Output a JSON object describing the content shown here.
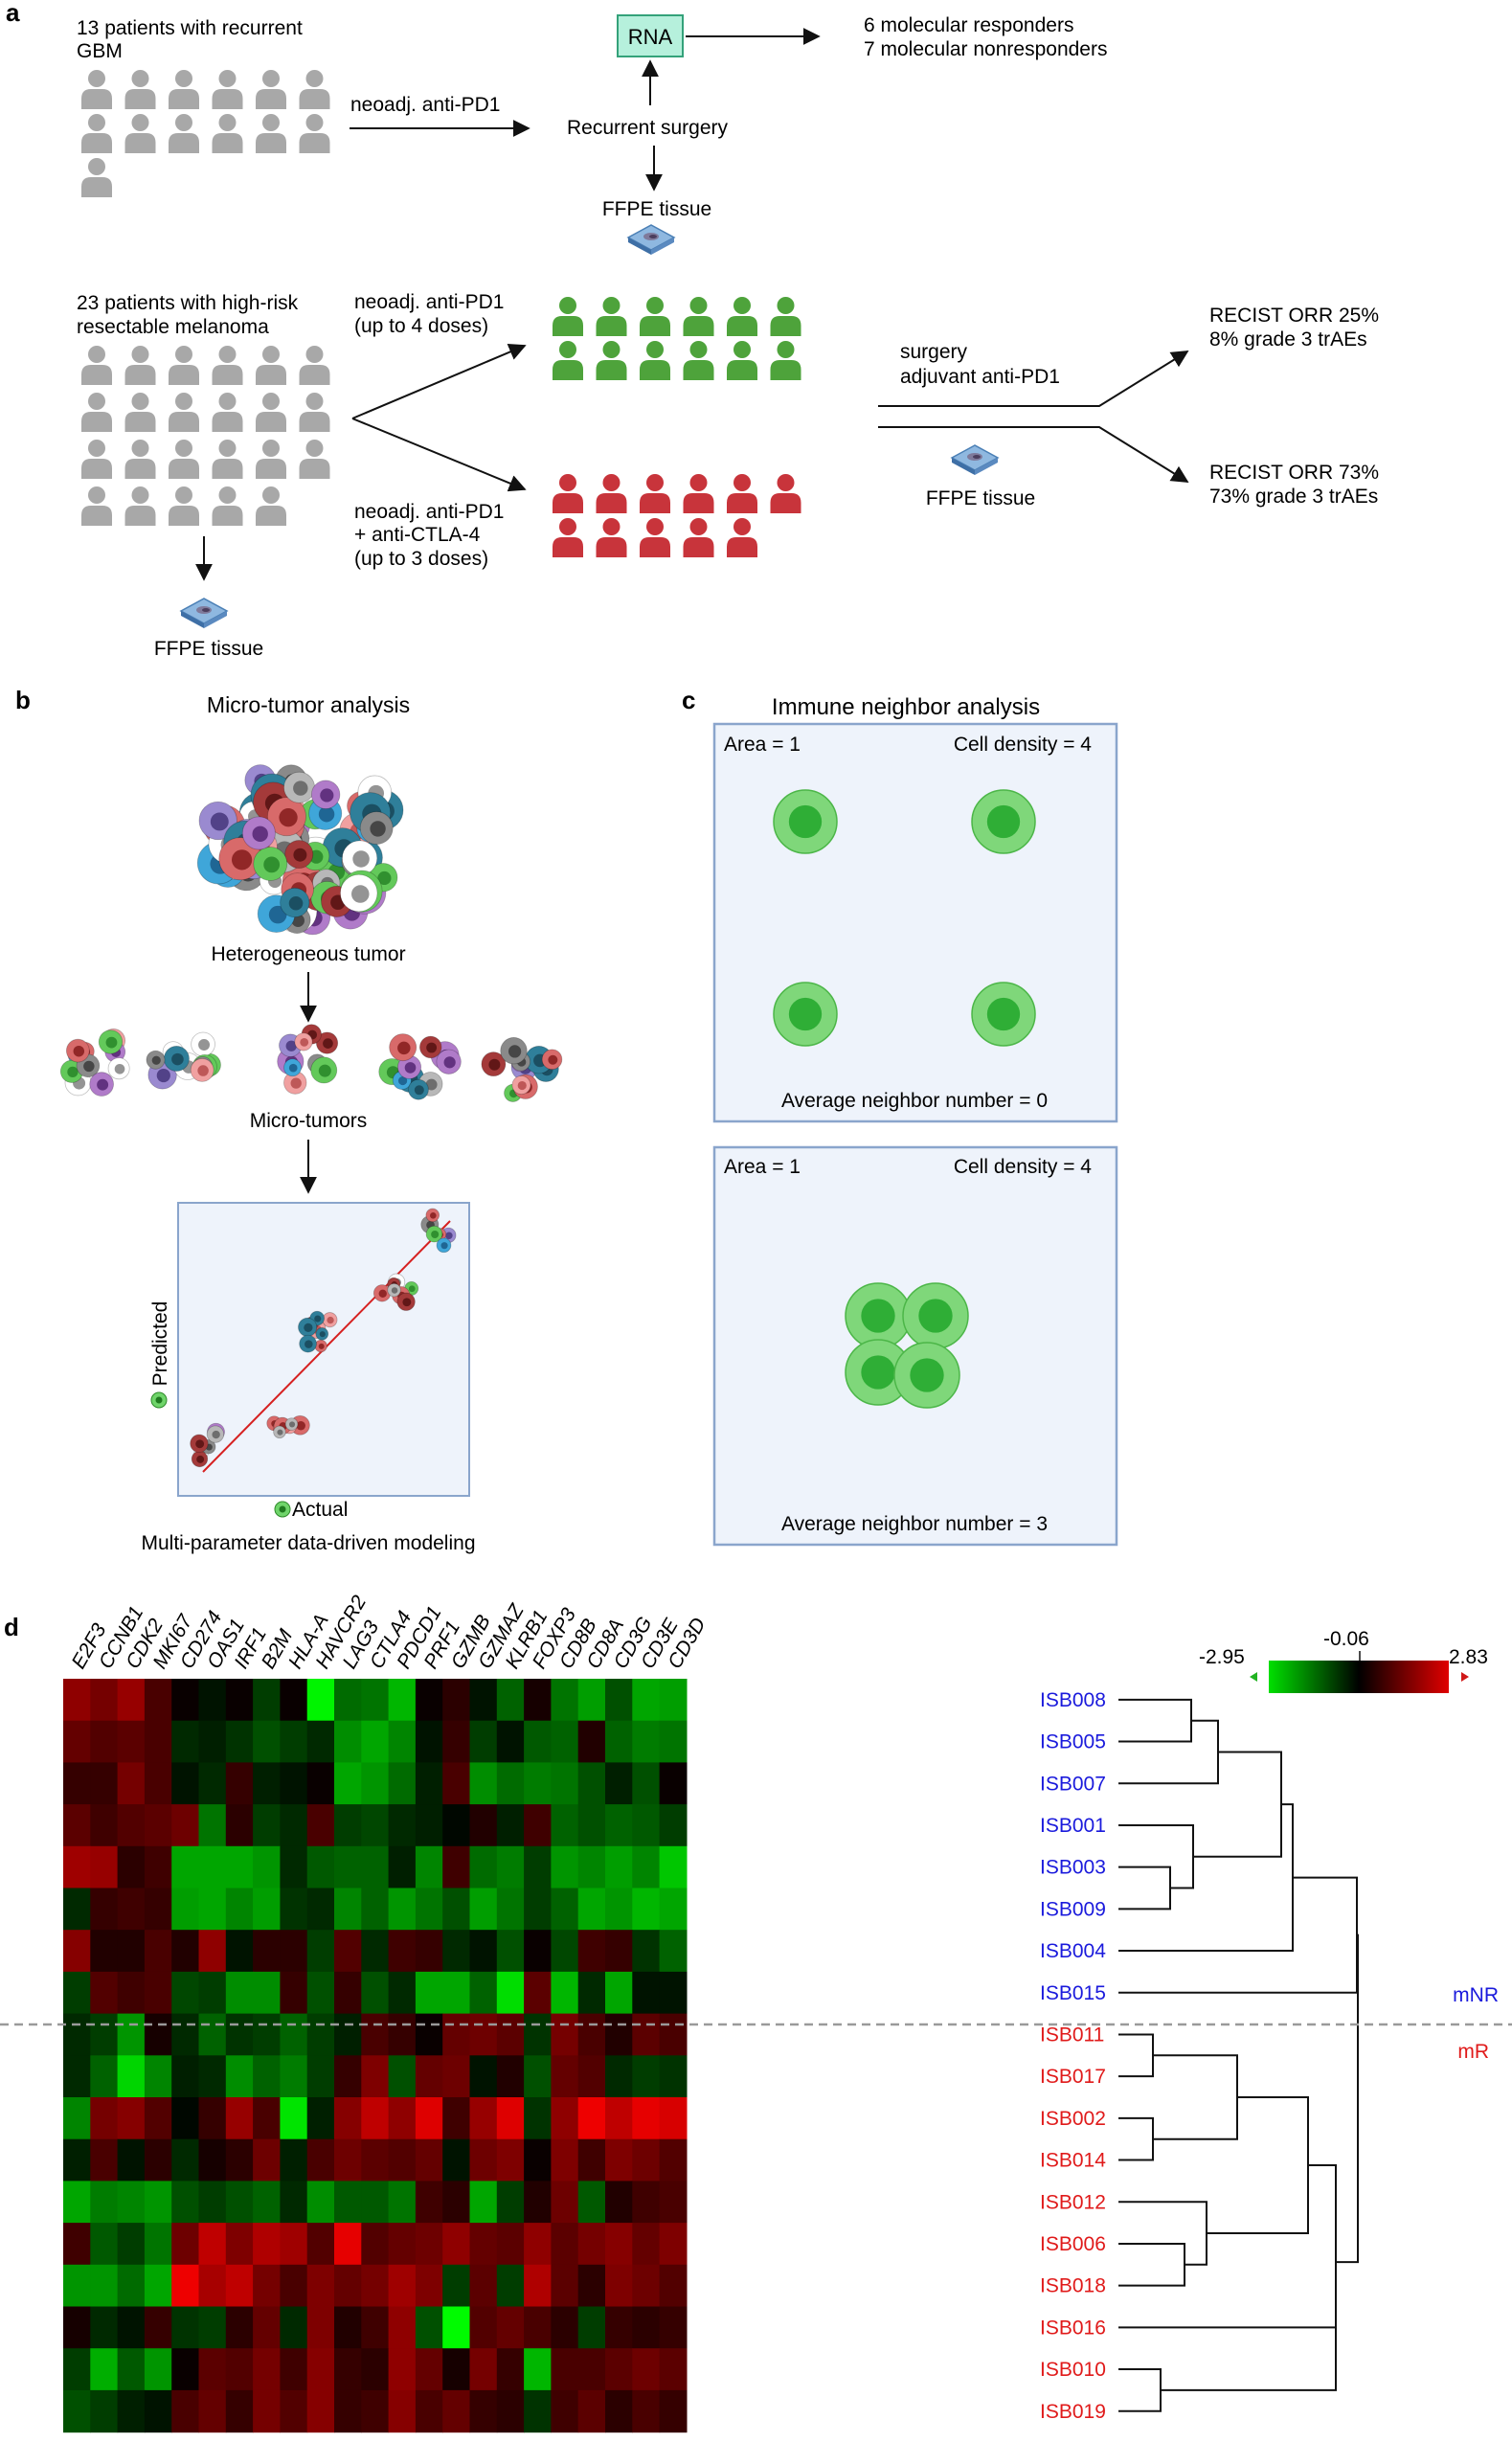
{
  "panel_a": {
    "label": "a",
    "gbm_title_line1": "13 patients with recurrent",
    "gbm_title_line2": "GBM",
    "gbm_patient_count": 13,
    "arrow_gbm_label": "neoadj. anti-PD1",
    "rna_label": "RNA",
    "recurrent_surgery": "Recurrent surgery",
    "ffpe_tissue_gbm": "FFPE tissue",
    "responders": "6 molecular responders",
    "nonresponders": "7 molecular nonresponders",
    "mel_title_line1": "23 patients with high-risk",
    "mel_title_line2": "resectable melanoma",
    "mel_patient_count": 23,
    "ffpe_tissue_mel": "FFPE tissue",
    "arm1_line1": "neoadj. anti-PD1",
    "arm1_line2": "(up to 4 doses)",
    "arm1_count": 12,
    "arm2_line1": "neoadj. anti-PD1",
    "arm2_line2": "+ anti-CTLA-4",
    "arm2_line3": "(up to 3 doses)",
    "arm2_count": 11,
    "surgery_line1": "surgery",
    "surgery_line2": "adjuvant anti-PD1",
    "ffpe_tissue_after": "FFPE tissue",
    "outcome1_line1": "RECIST ORR 25%",
    "outcome1_line2": "8% grade 3 trAEs",
    "outcome2_line1": "RECIST ORR 73%",
    "outcome2_line2": "73% grade 3 trAEs",
    "colors": {
      "gray": "#a8a8a8",
      "green": "#4ea33b",
      "red": "#c8343b",
      "rna_fill": "#b6f0dc",
      "rna_stroke": "#34a27a"
    }
  },
  "panel_b": {
    "label": "b",
    "title": "Micro-tumor analysis",
    "heterogeneous": "Heterogeneous tumor",
    "microtumors": "Micro-tumors",
    "ylabel": "Predicted",
    "xlabel": "Actual",
    "caption": "Multi-parameter data-driven modeling"
  },
  "panel_c": {
    "label": "c",
    "title": "Immune neighbor analysis",
    "box1": {
      "area": "Area = 1",
      "density": "Cell density = 4",
      "neighbor": "Average neighbor number = 0"
    },
    "box2": {
      "area": "Area = 1",
      "density": "Cell density = 4",
      "neighbor": "Average neighbor number = 3"
    }
  },
  "panel_d": {
    "label": "d",
    "colorbar": {
      "min": "-2.95",
      "mid": "-0.06",
      "max": "2.83"
    },
    "group_nr": "mNR",
    "group_r": "mR",
    "colors": {
      "nr": "#1a1adc",
      "r": "#e01a1a"
    }
  },
  "chart_data": {
    "type": "heatmap",
    "genes": [
      "E2F3",
      "CCNB1",
      "CDK2",
      "MKI67",
      "CD274",
      "OAS1",
      "IRF1",
      "B2M",
      "HLA-A",
      "HAVCR2",
      "LAG3",
      "CTLA4",
      "PDCD1",
      "PRF1",
      "GZMB",
      "GZMAZ",
      "KLRB1",
      "FOXP3",
      "CD8B",
      "CD8A",
      "CD3G",
      "CD3E",
      "CD3D"
    ],
    "samples": [
      "ISB008",
      "ISB005",
      "ISB007",
      "ISB001",
      "ISB003",
      "ISB009",
      "ISB004",
      "ISB015",
      "ISB011",
      "ISB017",
      "ISB002",
      "ISB014",
      "ISB012",
      "ISB006",
      "ISB018",
      "ISB016",
      "ISB010",
      "ISB019"
    ],
    "groups": [
      "mNR",
      "mNR",
      "mNR",
      "mNR",
      "mNR",
      "mNR",
      "mNR",
      "mNR",
      "mR",
      "mR",
      "mR",
      "mR",
      "mR",
      "mR",
      "mR",
      "mR",
      "mR",
      "mR"
    ],
    "scale": {
      "min": -2.95,
      "mid": -0.06,
      "max": 2.83
    },
    "values": [
      [
        1.4,
        1.1,
        1.5,
        0.6,
        0.0,
        -0.2,
        0.0,
        -0.6,
        0.0,
        -2.8,
        -1.1,
        -1.2,
        -2.0,
        0.0,
        0.3,
        -0.2,
        -1.0,
        0.1,
        -1.2,
        -1.7,
        -0.8,
        -1.8,
        -1.7
      ],
      [
        0.9,
        0.7,
        0.8,
        0.6,
        -0.4,
        -0.3,
        -0.5,
        -0.8,
        -0.6,
        -0.4,
        -1.5,
        -1.8,
        -1.4,
        -0.2,
        0.4,
        -0.6,
        -0.2,
        -0.9,
        -1.0,
        0.2,
        -1.0,
        -1.3,
        -1.2
      ],
      [
        0.4,
        0.4,
        1.1,
        0.6,
        -0.2,
        -0.4,
        0.4,
        -0.3,
        -0.2,
        0.0,
        -1.8,
        -1.6,
        -1.1,
        -0.3,
        0.6,
        -1.5,
        -1.1,
        -1.3,
        -1.2,
        -0.8,
        -0.3,
        -0.8,
        0.0
      ],
      [
        0.8,
        0.5,
        0.7,
        0.8,
        1.0,
        -1.2,
        0.3,
        -0.6,
        -0.4,
        0.6,
        -0.6,
        -0.7,
        -0.4,
        -0.3,
        -0.1,
        0.2,
        -0.3,
        0.5,
        -1.0,
        -0.8,
        -1.0,
        -0.9,
        -0.6
      ],
      [
        1.6,
        1.5,
        0.3,
        0.5,
        -1.8,
        -1.8,
        -1.8,
        -1.6,
        -0.4,
        -0.9,
        -1.0,
        -1.0,
        -0.3,
        -1.4,
        0.5,
        -1.1,
        -1.3,
        -0.6,
        -1.6,
        -1.4,
        -1.7,
        -1.4,
        -2.2
      ],
      [
        -0.4,
        0.4,
        0.5,
        0.4,
        -1.7,
        -1.8,
        -1.4,
        -1.7,
        -0.5,
        -0.4,
        -1.4,
        -1.0,
        -1.6,
        -1.2,
        -0.8,
        -1.7,
        -1.2,
        -0.6,
        -1.0,
        -1.8,
        -1.6,
        -2.0,
        -1.8
      ],
      [
        1.3,
        0.2,
        0.2,
        0.6,
        0.2,
        1.4,
        -0.2,
        0.3,
        0.3,
        -0.6,
        0.7,
        -0.4,
        0.5,
        0.4,
        -0.4,
        -0.2,
        -0.8,
        0.0,
        -0.7,
        0.5,
        0.4,
        -0.5,
        -1.0
      ],
      [
        -0.6,
        0.7,
        0.5,
        0.6,
        -0.7,
        -0.6,
        -1.5,
        -1.5,
        0.4,
        -0.8,
        0.4,
        -0.8,
        -0.4,
        -1.8,
        -1.8,
        -1.0,
        -2.5,
        0.8,
        -2.0,
        -0.4,
        -1.8,
        -0.2,
        -0.2
      ],
      [
        -0.4,
        -0.6,
        -1.6,
        0.1,
        -0.4,
        -1.0,
        -0.5,
        -0.6,
        -1.0,
        -0.6,
        -0.3,
        0.6,
        0.4,
        0.0,
        0.9,
        1.0,
        0.8,
        -0.5,
        1.1,
        0.6,
        0.2,
        0.8,
        0.6
      ],
      [
        -0.4,
        -1.0,
        -2.4,
        -1.4,
        -0.3,
        -0.4,
        -1.5,
        -1.0,
        -1.3,
        -0.6,
        0.4,
        1.2,
        -0.8,
        0.9,
        1.0,
        -0.2,
        0.2,
        -0.8,
        0.9,
        0.7,
        -0.4,
        -0.6,
        -0.5
      ],
      [
        -1.4,
        1.1,
        1.3,
        0.7,
        -0.1,
        0.4,
        1.5,
        0.6,
        -2.6,
        -0.3,
        1.3,
        2.0,
        1.4,
        2.4,
        0.5,
        1.5,
        2.4,
        -0.5,
        1.4,
        2.6,
        2.0,
        2.5,
        2.3
      ],
      [
        -0.3,
        0.6,
        -0.2,
        0.3,
        -0.4,
        0.1,
        0.3,
        1.0,
        -0.3,
        0.6,
        1.0,
        0.8,
        0.7,
        0.9,
        -0.2,
        1.0,
        1.2,
        0.0,
        1.2,
        0.5,
        1.2,
        1.0,
        0.7
      ],
      [
        -1.8,
        -1.3,
        -1.4,
        -1.6,
        -0.8,
        -0.6,
        -0.8,
        -1.0,
        -0.4,
        -1.5,
        -0.9,
        -0.9,
        -1.2,
        0.5,
        0.3,
        -1.8,
        -0.6,
        0.2,
        1.0,
        -0.9,
        0.2,
        0.5,
        0.6
      ],
      [
        0.5,
        -0.9,
        -0.6,
        -1.2,
        1.0,
        2.0,
        1.2,
        1.8,
        1.6,
        0.7,
        2.5,
        0.7,
        0.9,
        1.0,
        1.4,
        0.9,
        0.8,
        1.4,
        0.8,
        1.1,
        1.3,
        0.9,
        1.2
      ],
      [
        -1.6,
        -1.6,
        -1.1,
        -1.8,
        2.6,
        1.7,
        2.0,
        1.1,
        0.6,
        1.2,
        0.9,
        1.1,
        1.6,
        1.2,
        -0.6,
        0.8,
        -0.6,
        1.8,
        0.8,
        0.3,
        1.2,
        1.0,
        0.7
      ],
      [
        0.1,
        -0.4,
        -0.2,
        0.4,
        -0.5,
        -0.6,
        0.3,
        0.9,
        -0.4,
        1.2,
        0.2,
        0.5,
        1.4,
        -0.8,
        -2.9,
        0.7,
        0.9,
        0.6,
        0.3,
        -0.6,
        0.4,
        0.3,
        0.4
      ],
      [
        -0.6,
        -1.9,
        -0.9,
        -1.6,
        0.0,
        0.8,
        0.7,
        1.1,
        0.5,
        1.3,
        0.4,
        0.3,
        1.4,
        0.9,
        0.1,
        1.1,
        0.4,
        -2.0,
        0.6,
        0.6,
        0.8,
        1.0,
        0.8
      ],
      [
        -0.8,
        -0.6,
        -0.3,
        -0.2,
        0.6,
        0.9,
        0.4,
        1.1,
        0.7,
        1.3,
        0.4,
        0.5,
        1.3,
        0.6,
        0.9,
        0.4,
        0.3,
        -0.5,
        0.5,
        0.8,
        0.3,
        0.6,
        0.4
      ]
    ],
    "dendrogram": "hierarchical clustering of samples (rows)"
  }
}
